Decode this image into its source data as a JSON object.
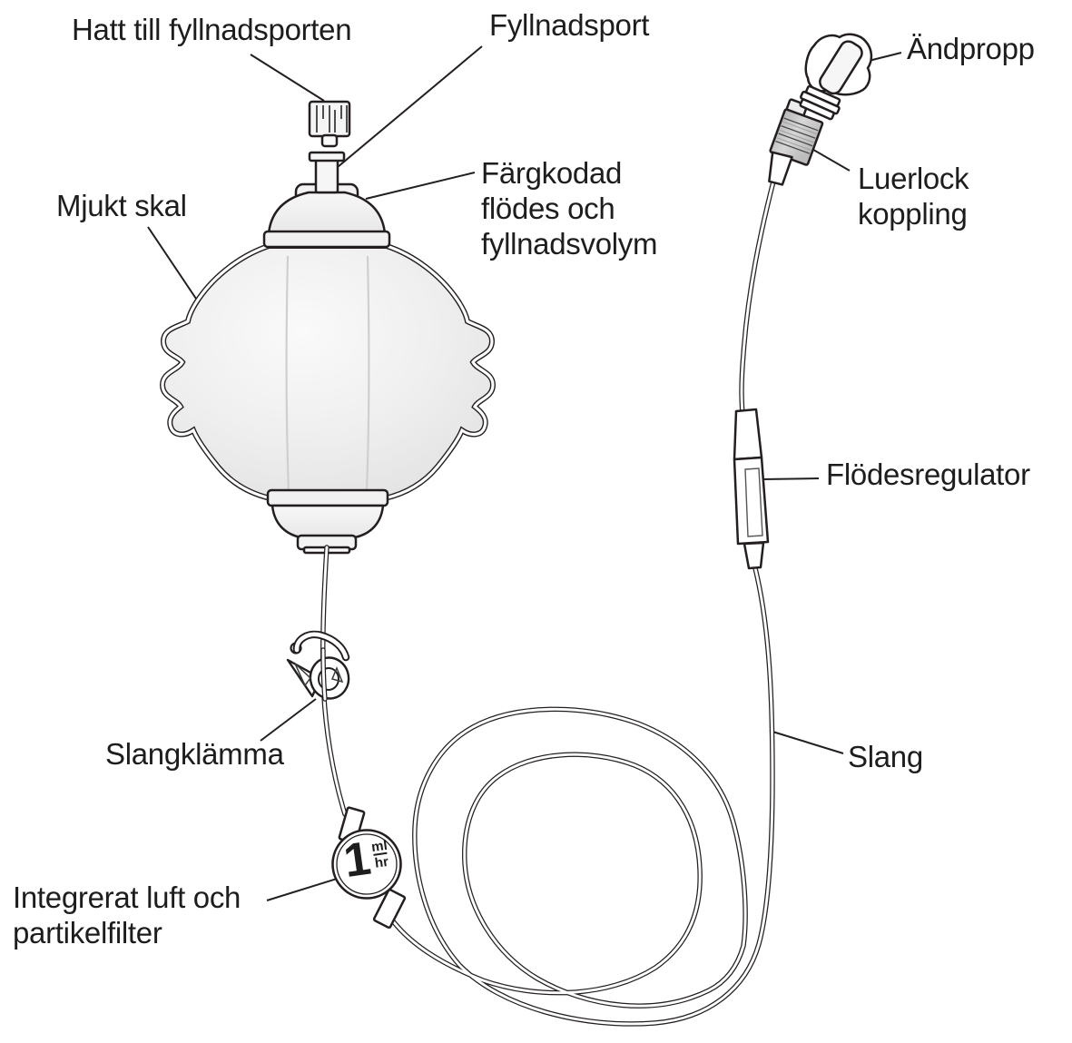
{
  "figure": {
    "background": "#ffffff",
    "line_color": "#231f20",
    "text_color": "#1d1d1e",
    "shell_fill_light": "#f8f8f8",
    "shell_fill_dark": "#e4e4e4",
    "luer_fill": "#c2c2c2"
  },
  "labels": {
    "hatt": "Hatt till fyllnadsporten",
    "fyllnadsport": "Fyllnadsport",
    "andpropp": "Ändpropp",
    "luerlock_line1": "Luerlock",
    "luerlock_line2": "koppling",
    "mjukt_skal": "Mjukt skal",
    "fargkodad_line1": "Färgkodad",
    "fargkodad_line2": "flödes och",
    "fargkodad_line3": "fyllnadsvolym",
    "flodesregulator": "Flödesregulator",
    "slangklamma": "Slangklämma",
    "slang": "Slang",
    "filter_line1": "Integrerat luft och",
    "filter_line2": "partikelfilter"
  },
  "filter_badge": {
    "rate": "1",
    "unit_numerator": "ml",
    "unit_denominator": "hr"
  }
}
